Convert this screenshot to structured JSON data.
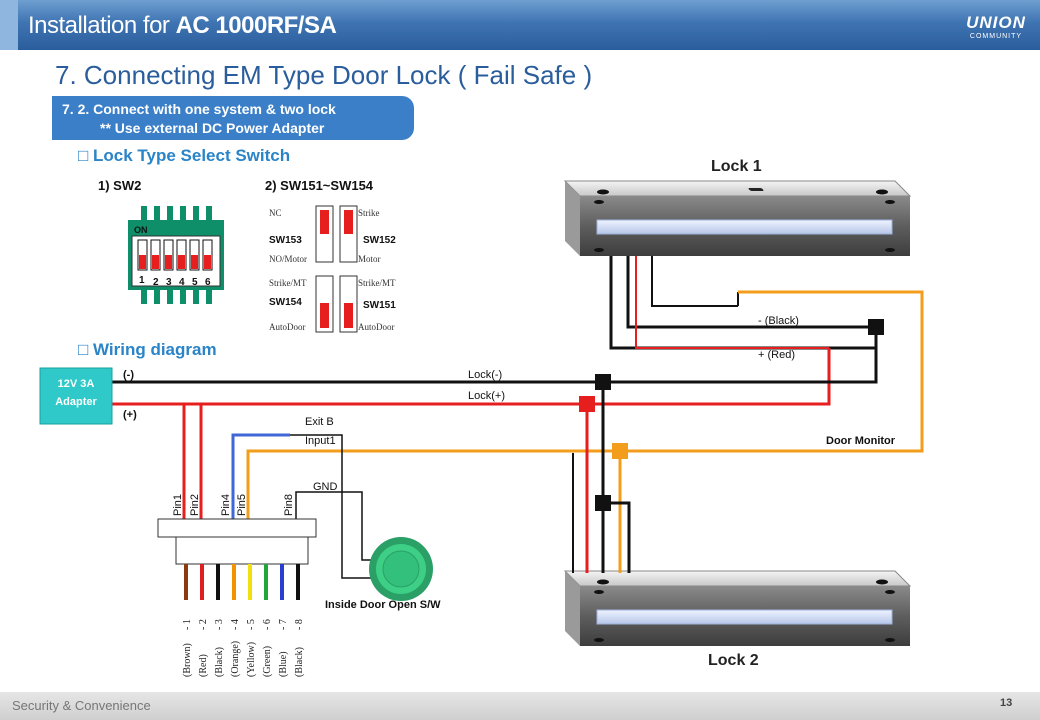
{
  "header": {
    "title_prefix": "Installation for ",
    "title_model": "AC 1000RF/SA",
    "logo_main": "UNION",
    "logo_sub": "COMMUNITY"
  },
  "page_title": "7. Connecting EM Type Door Lock ( Fail Safe )",
  "banner": {
    "line1": "7. 2. Connect with one system & two lock",
    "line2": "** Use external DC Power Adapter"
  },
  "sections": {
    "switch_heading": "□ Lock Type Select Switch",
    "wiring_heading": "□ Wiring diagram"
  },
  "sw2": {
    "label": "1) SW2",
    "on_label": "ON",
    "numbers": [
      "1",
      "2",
      "3",
      "4",
      "5",
      "6"
    ]
  },
  "sw151": {
    "label": "2) SW151~SW154",
    "top_left": "NC",
    "sw153": "SW153",
    "bottom_left_1": "NO/Motor",
    "top_right": "Strike",
    "sw152": "SW152",
    "bottom_right_1": "Motor",
    "strike_mt_left": "Strike/MT",
    "sw154": "SW154",
    "autodoor_left": "AutoDoor",
    "strike_mt_right": "Strike/MT",
    "sw151": "SW151",
    "autodoor_right": "AutoDoor"
  },
  "adapter": {
    "line1": "12V 3A",
    "line2": "Adapter",
    "neg": "(-)",
    "pos": "(+)"
  },
  "labels": {
    "lock1": "Lock 1",
    "lock2": "Lock 2",
    "lock_neg": "Lock(-)",
    "lock_pos": "Lock(+)",
    "black": "- (Black)",
    "red": "+ (Red)",
    "door_monitor": "Door Monitor",
    "exit_b": "Exit B",
    "input1": "Input1",
    "gnd": "GND",
    "inside_door": "Inside Door Open S/W"
  },
  "pins": [
    "Pin1",
    "Pin2",
    "Pin4",
    "Pin5",
    "Pin8"
  ],
  "connector_wires": [
    {
      "color": "Brown",
      "num": "- 1",
      "hex": "#8b3a0f"
    },
    {
      "color": "Red",
      "num": "- 2",
      "hex": "#e02020"
    },
    {
      "color": "Black",
      "num": "- 3",
      "hex": "#111111"
    },
    {
      "color": "Orange",
      "num": "- 4",
      "hex": "#f29400"
    },
    {
      "color": "Yellow",
      "num": "- 5",
      "hex": "#f0e010"
    },
    {
      "color": "Green",
      "num": "- 6",
      "hex": "#22a63a"
    },
    {
      "color": "Blue",
      "num": "- 7",
      "hex": "#2a3fd0"
    },
    {
      "color": "Black",
      "num": "- 8",
      "hex": "#111111"
    }
  ],
  "colors": {
    "red": "#e61e1e",
    "black": "#111111",
    "orange": "#f29d1b",
    "blue": "#3f67d6",
    "brand": "#2a5d9c",
    "adapter": "#2fc9c9",
    "switch_green": "#0e8f6a",
    "button": "#33c07c"
  },
  "footer": {
    "text": "Security & Convenience",
    "page": "13"
  }
}
